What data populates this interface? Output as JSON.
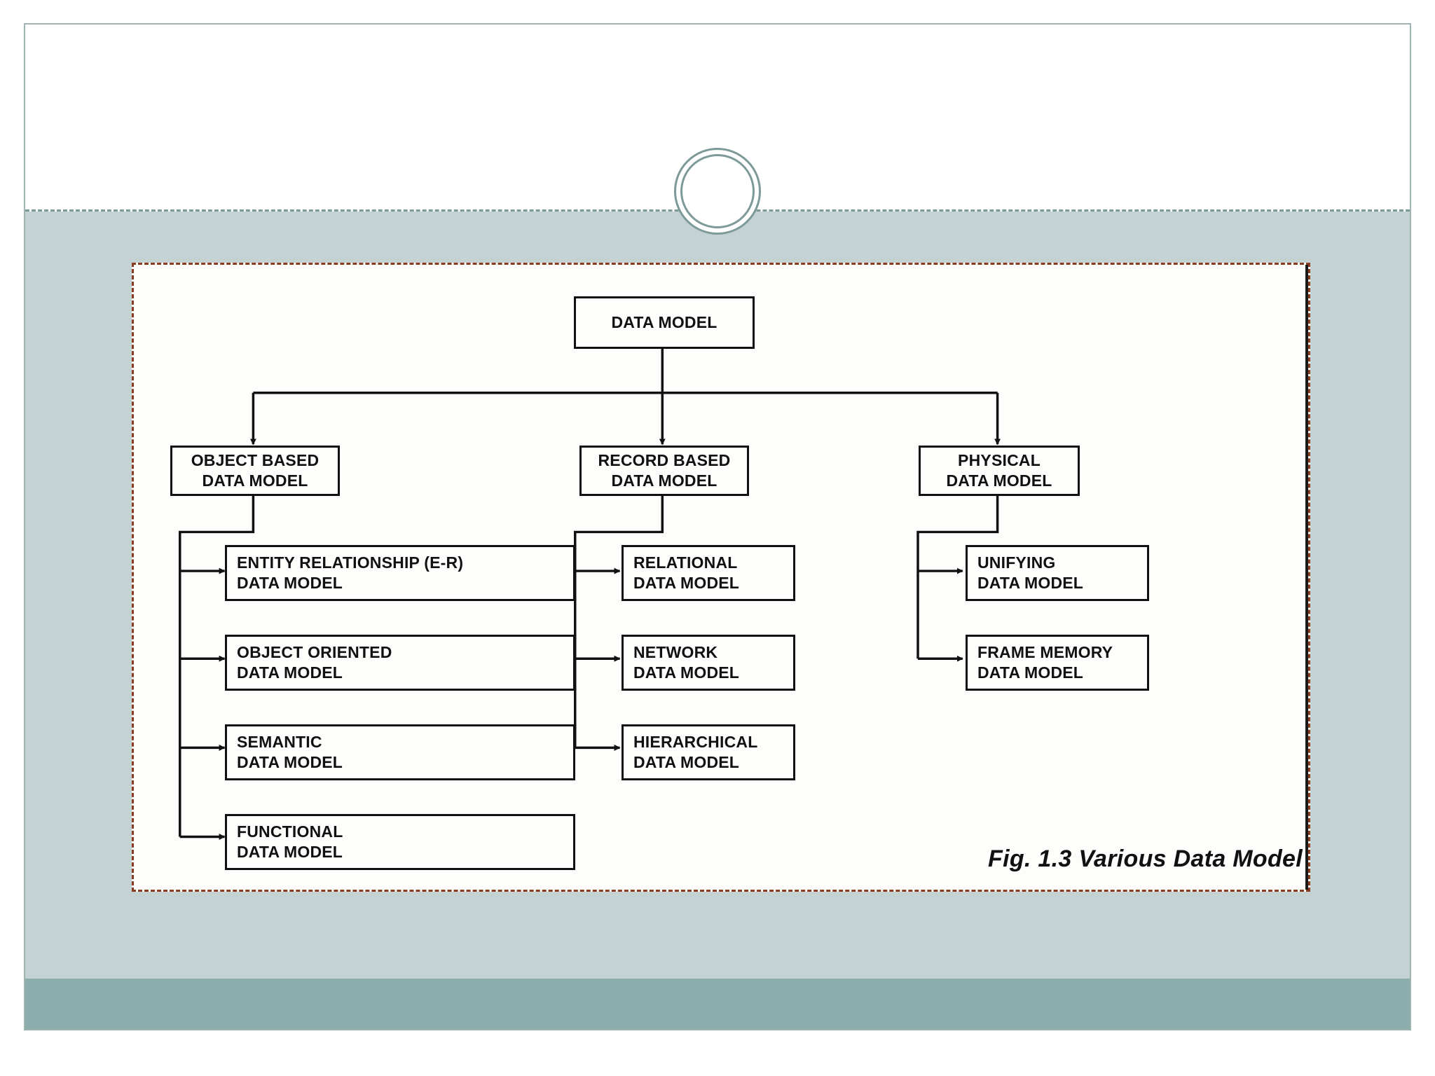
{
  "slide": {
    "theme": {
      "band_color": "#c5d2d3",
      "footer_color": "#8cadab",
      "accent_color": "#7d9a99",
      "frame_border_color": "#9fb3b2",
      "image_border_color": "#8a3b22",
      "figure_background": "#fdfdfb",
      "ink_color": "#111111"
    },
    "title": ""
  },
  "figure": {
    "caption": "Fig. 1.3 Various Data Model",
    "root": {
      "line1": "DATA MODEL",
      "line2": ""
    },
    "branches": [
      {
        "name": "object-based",
        "parent": {
          "line1": "OBJECT BASED",
          "line2": "DATA MODEL"
        },
        "children": [
          {
            "line1": "ENTITY RELATIONSHIP (E-R)",
            "line2": "DATA MODEL"
          },
          {
            "line1": "OBJECT ORIENTED",
            "line2": "DATA MODEL"
          },
          {
            "line1": "SEMANTIC",
            "line2": "DATA MODEL"
          },
          {
            "line1": "FUNCTIONAL",
            "line2": "DATA MODEL"
          }
        ]
      },
      {
        "name": "record-based",
        "parent": {
          "line1": "RECORD BASED",
          "line2": "DATA MODEL"
        },
        "children": [
          {
            "line1": "RELATIONAL",
            "line2": "DATA MODEL"
          },
          {
            "line1": "NETWORK",
            "line2": "DATA MODEL"
          },
          {
            "line1": "HIERARCHICAL",
            "line2": "DATA MODEL"
          }
        ]
      },
      {
        "name": "physical",
        "parent": {
          "line1": "PHYSICAL",
          "line2": "DATA MODEL"
        },
        "children": [
          {
            "line1": "UNIFYING",
            "line2": "DATA MODEL"
          },
          {
            "line1": "FRAME MEMORY",
            "line2": "DATA MODEL"
          }
        ]
      }
    ]
  },
  "ornament": {
    "icon": "double-circle-ornament"
  }
}
